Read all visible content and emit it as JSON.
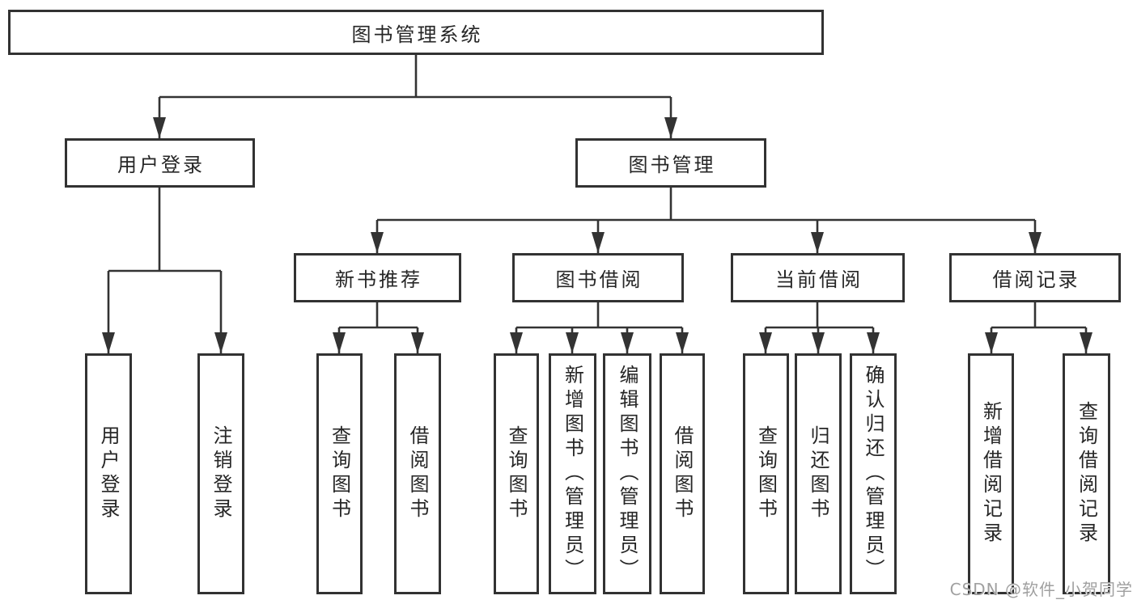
{
  "watermark": "CSDN @软件_小贺同学",
  "diagram": {
    "type": "hierarchy-tree",
    "root": "图书管理系统",
    "branches": [
      {
        "label": "用户登录",
        "children": [
          "用户登录",
          "注销登录"
        ]
      },
      {
        "label": "图书管理",
        "groups": [
          {
            "label": "新书推荐",
            "children": [
              "查询图书",
              "借阅图书"
            ]
          },
          {
            "label": "图书借阅",
            "children": [
              "查询图书",
              "新增图书（管理员）",
              "编辑图书（管理员）",
              "借阅图书"
            ]
          },
          {
            "label": "当前借阅",
            "children": [
              "查询图书",
              "归还图书",
              "确认归还（管理员）"
            ]
          },
          {
            "label": "借阅记录",
            "children": [
              "新增借阅记录",
              "查询借阅记录"
            ]
          }
        ]
      }
    ],
    "colors": {
      "line": "#333333",
      "border": "#323232",
      "text": "#262626",
      "background": "#ffffff",
      "watermark_text": "#a0a0a0"
    }
  }
}
